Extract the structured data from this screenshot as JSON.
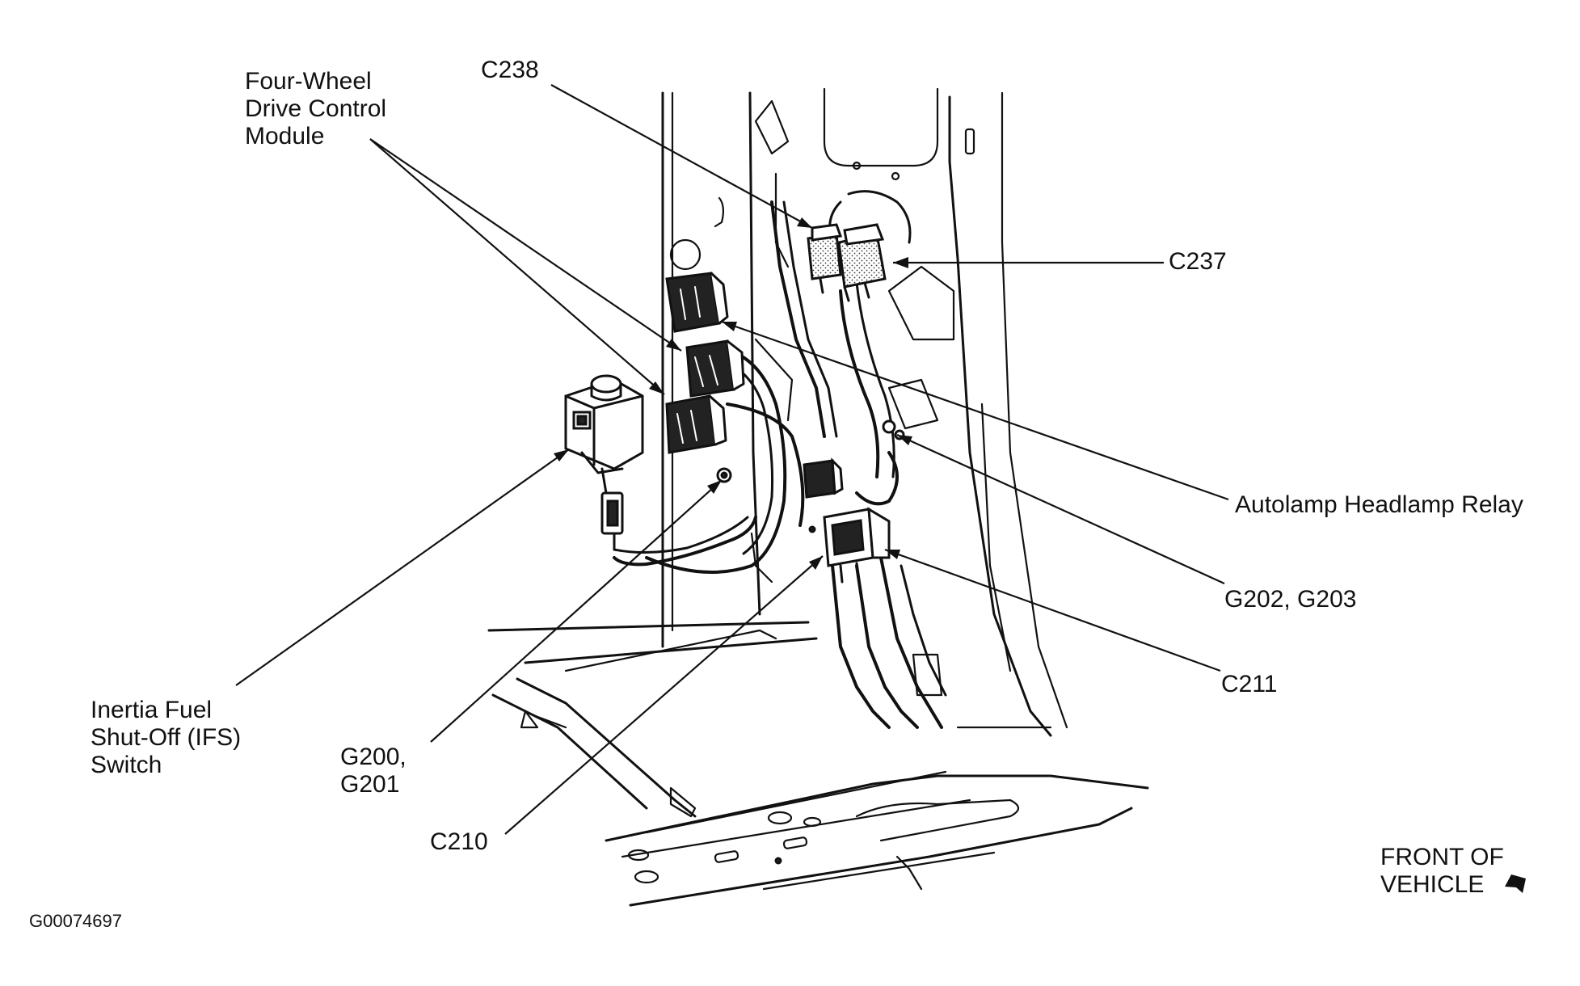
{
  "labels": {
    "fwd_module": [
      "Four-Wheel",
      "Drive Control",
      "Module"
    ],
    "c238": "C238",
    "c237": "C237",
    "autolamp": "Autolamp Headlamp Relay",
    "g202": "G202, G203",
    "c211": "C211",
    "ifs": [
      "Inertia Fuel",
      "Shut-Off (IFS)",
      "Switch"
    ],
    "g200": [
      "G200,",
      "G201"
    ],
    "c210": "C210",
    "front": [
      "FRONT OF",
      "VEHICLE"
    ],
    "figure_id": "G00074697"
  }
}
